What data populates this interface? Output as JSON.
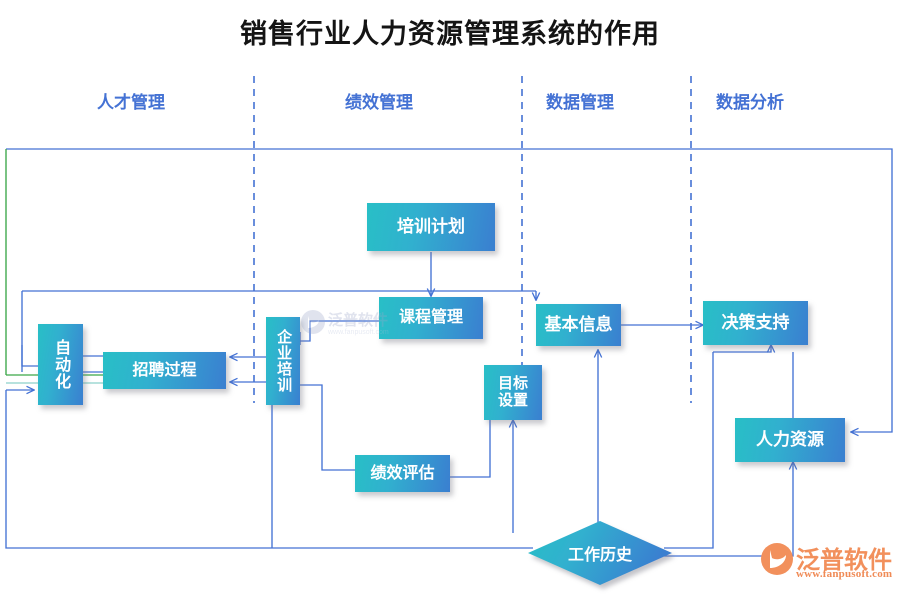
{
  "title": "销售行业人力资源管理系统的作用",
  "colors": {
    "title_text": "#141414",
    "column_header": "#4472d4",
    "divider": "#4472d4",
    "connector": "#4472d4",
    "connector_green": "#3aa648",
    "connector_teal": "#9fd9d4",
    "node_gradient_start": "#28bfc6",
    "node_gradient_end": "#3a7fd0",
    "node_text": "#ffffff",
    "logo_orange": "#f2905c"
  },
  "columns": [
    {
      "label": "人才管理"
    },
    {
      "label": "绩效管理"
    },
    {
      "label": "数据管理"
    },
    {
      "label": "数据分析"
    }
  ],
  "nodes": [
    {
      "id": "automation",
      "label": "自动化",
      "shape": "rect-vertical"
    },
    {
      "id": "recruitment",
      "label": "招聘过程",
      "shape": "rect"
    },
    {
      "id": "enterprise",
      "label": "企业培训",
      "shape": "rect-vertical"
    },
    {
      "id": "train-plan",
      "label": "培训计划",
      "shape": "rect"
    },
    {
      "id": "course-mgmt",
      "label": "课程管理",
      "shape": "rect"
    },
    {
      "id": "goal-setting",
      "label": "目标设置",
      "shape": "rect"
    },
    {
      "id": "perf-eval",
      "label": "绩效评估",
      "shape": "rect"
    },
    {
      "id": "basic-info",
      "label": "基本信息",
      "shape": "rect"
    },
    {
      "id": "work-history",
      "label": "工作历史",
      "shape": "diamond"
    },
    {
      "id": "decision",
      "label": "决策支持",
      "shape": "rect"
    },
    {
      "id": "hr",
      "label": "人力资源",
      "shape": "rect"
    }
  ],
  "watermark": {
    "text": "泛普软件",
    "url": "www.fanpusoft.com"
  },
  "logo": {
    "text": "泛普软件",
    "url": "www.fanpusoft.com"
  }
}
